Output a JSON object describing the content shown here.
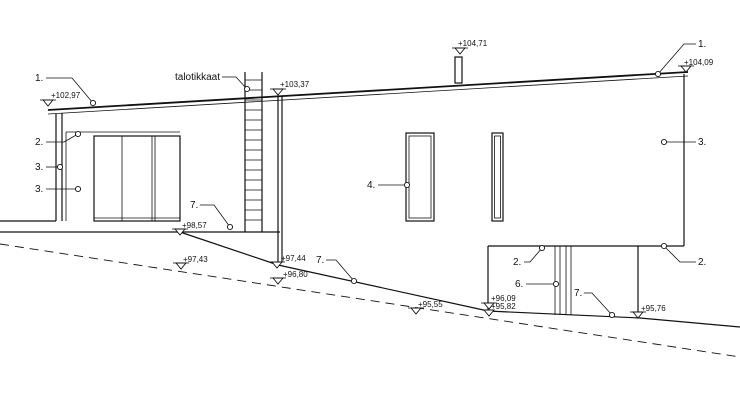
{
  "elevations": {
    "ridge_top": "+104,71",
    "roof_right": "+104,09",
    "roof_mid": "+103,37",
    "roof_left": "+102,97",
    "terrace": "+98,57",
    "ground_left": "+97,43",
    "ground_mid_upper": "+97,44",
    "ground_mid_lower": "+96,80",
    "ground_low": "+95,55",
    "door_upper": "+96,09",
    "door_lower": "+95,82",
    "ground_right": "+95,76"
  },
  "callouts": {
    "roof": "1.",
    "downpipe": "2.",
    "cladding": "3.",
    "window": "4.",
    "door": "6.",
    "ground": "7."
  },
  "notes": {
    "roof_ladder": "talotikkaat"
  }
}
